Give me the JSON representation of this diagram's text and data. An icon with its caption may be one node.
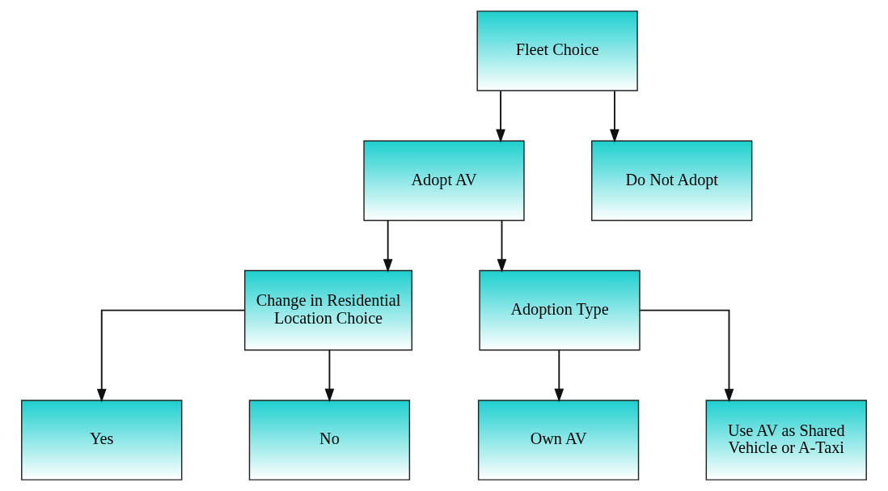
{
  "diagram": {
    "nodes": [
      {
        "text": [
          "Fleet Choice"
        ]
      },
      {
        "text": [
          "Adopt AV"
        ]
      },
      {
        "text": [
          "Do Not Adopt"
        ]
      },
      {
        "text": [
          "Change in Residential Location Choice"
        ]
      },
      {
        "text": [
          "Adoption Type"
        ]
      },
      {
        "text": [
          "Yes"
        ]
      },
      {
        "text": [
          "No"
        ]
      },
      {
        "text": [
          "Own AV"
        ]
      },
      {
        "text": [
          "Use AV as Shared Vehicle or A-Taxi"
        ]
      }
    ],
    "edges": [
      {
        "from": 0,
        "to": 1,
        "arrow": "to"
      },
      {
        "from": 0,
        "to": 2,
        "arrow": "to"
      },
      {
        "from": 1,
        "to": 3,
        "arrow": "to"
      },
      {
        "from": 1,
        "to": 4,
        "arrow": "to"
      },
      {
        "from": 3,
        "to": 5,
        "arrow": "to"
      },
      {
        "from": 3,
        "to": 6,
        "arrow": "to"
      },
      {
        "from": 4,
        "to": 7,
        "arrow": "to"
      },
      {
        "from": 4,
        "to": 8,
        "arrow": "to"
      }
    ]
  }
}
